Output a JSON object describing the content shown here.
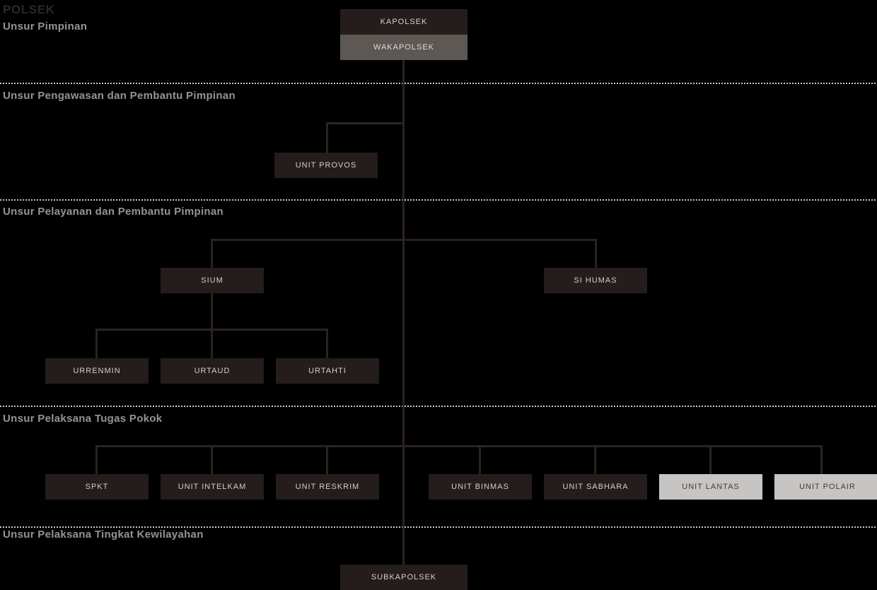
{
  "title": "POLSEK",
  "sections": {
    "pimpinan": "Unsur Pimpinan",
    "pengawasan": "Unsur Pengawasan dan Pembantu Pimpinan",
    "pelayanan": "Unsur Pelayanan dan Pembantu Pimpinan",
    "tugas_pokok": "Unsur Pelaksana Tugas Pokok",
    "kewilayahan": "Unsur Pelaksana Tingkat Kewilayahan"
  },
  "nodes": {
    "kapolsek": "KAPOLSEK",
    "wakapolsek": "WAKAPOLSEK",
    "unit_provos": "UNIT PROVOS",
    "sium": "SIUM",
    "si_humas": "SI HUMAS",
    "urrenmin": "URRENMIN",
    "urtaud": "URTAUD",
    "urtahti": "URTAHTI",
    "spkt": "SPKT",
    "unit_intelkam": "UNIT INTELKAM",
    "unit_reskrim": "UNIT RESKRIM",
    "unit_binmas": "UNIT BINMAS",
    "unit_sabhara": "UNIT SABHARA",
    "unit_lantas": "UNIT LANTAS",
    "unit_polair": "UNIT POLAIR",
    "subkapolsek": "SUBKAPOLSEK"
  },
  "colors": {
    "background": "#000000",
    "box_dark": "#241d1b",
    "box_gray": "#5d5854",
    "box_light": "#c6c5c4",
    "connector": "#2b2320",
    "divider_dash": "#c9c9c9",
    "section_label": "#949494",
    "title": "#2e2727",
    "box_text_light": "#d3cfcc",
    "box_text_dark": "#413d3c"
  }
}
